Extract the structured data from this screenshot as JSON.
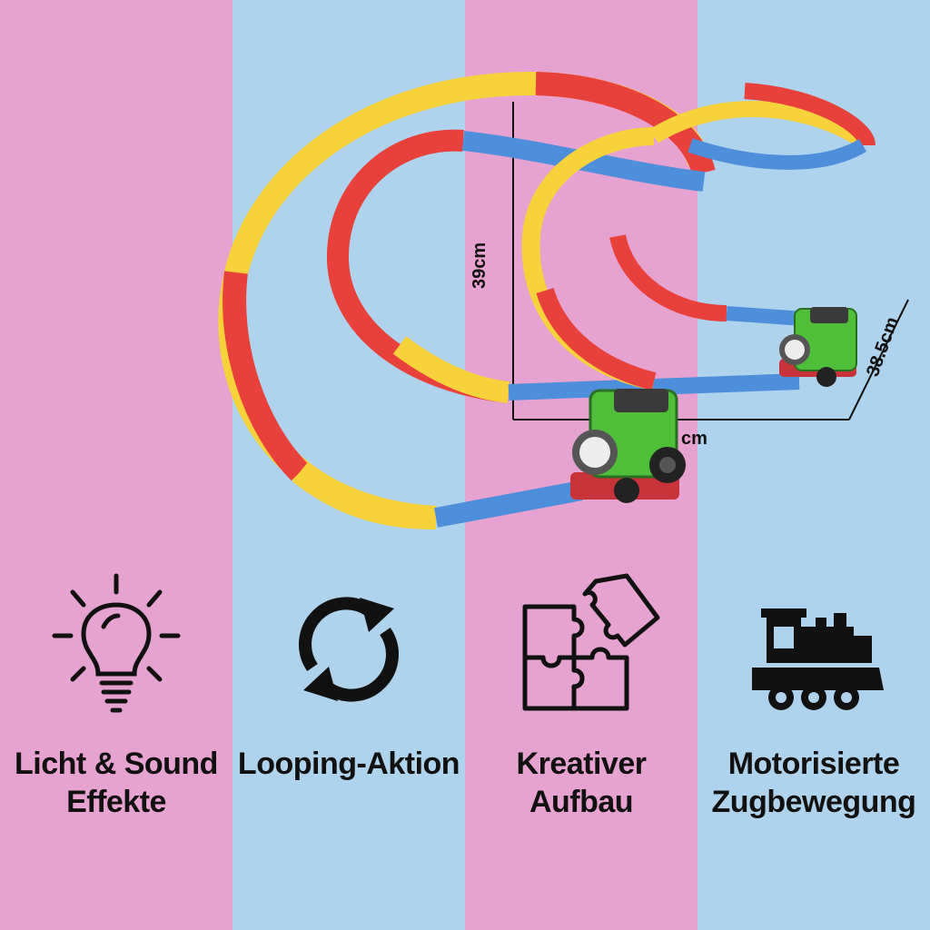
{
  "colors": {
    "pink": "#E6A2D0",
    "blue": "#AFD3EC",
    "track_red": "#E8403A",
    "track_yellow": "#F7D23A",
    "track_blue": "#4E8FDB",
    "train_green": "#4FBF3A",
    "ink": "#111111"
  },
  "dimensions": {
    "height": "39cm",
    "depth": "38.5cm",
    "width_partial": "cm"
  },
  "features": [
    {
      "icon": "light-bulb-icon",
      "line1": "Licht & Sound",
      "line2": "Effekte"
    },
    {
      "icon": "loop-arrows-icon",
      "line1": "Looping-Aktion",
      "line2": ""
    },
    {
      "icon": "puzzle-icon",
      "line1": "Kreativer",
      "line2": "Aufbau"
    },
    {
      "icon": "train-icon",
      "line1": "Motorisierte",
      "line2": "Zugbewegung"
    }
  ]
}
